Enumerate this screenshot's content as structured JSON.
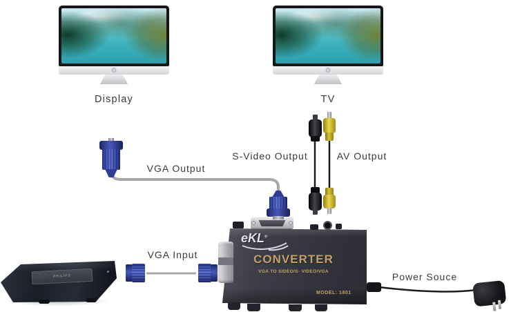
{
  "diagram": {
    "monitors": {
      "display": {
        "label": "Display"
      },
      "tv": {
        "label": "TV"
      }
    },
    "cables": {
      "vga_output": {
        "label": "VGA Output"
      },
      "s_video_output": {
        "label": "S-Video Output"
      },
      "av_output": {
        "label": "AV Output"
      },
      "vga_input": {
        "label": "VGA Input"
      },
      "power": {
        "label": "Power Souce"
      }
    },
    "converter": {
      "brand": "eKL",
      "reg": "®",
      "title": "CONVERTER",
      "subtitle": "VGA TO SIDEO/S- VIDEO/VGA",
      "model": "MODEL: 1801"
    },
    "dvd_player": {
      "brand": "PHILIPS"
    }
  },
  "colors": {
    "background": "#ffffff",
    "label_text": "#3a3a3a",
    "converter_body": "#3e3e48",
    "converter_gold": "#c2a265",
    "vga_blue": "#3a4aa0",
    "cable_gray": "#a8a8aa",
    "cable_black": "#1c1c1c",
    "av_yellow": "#d8c63c",
    "monitor_bezel": "#17171a"
  }
}
